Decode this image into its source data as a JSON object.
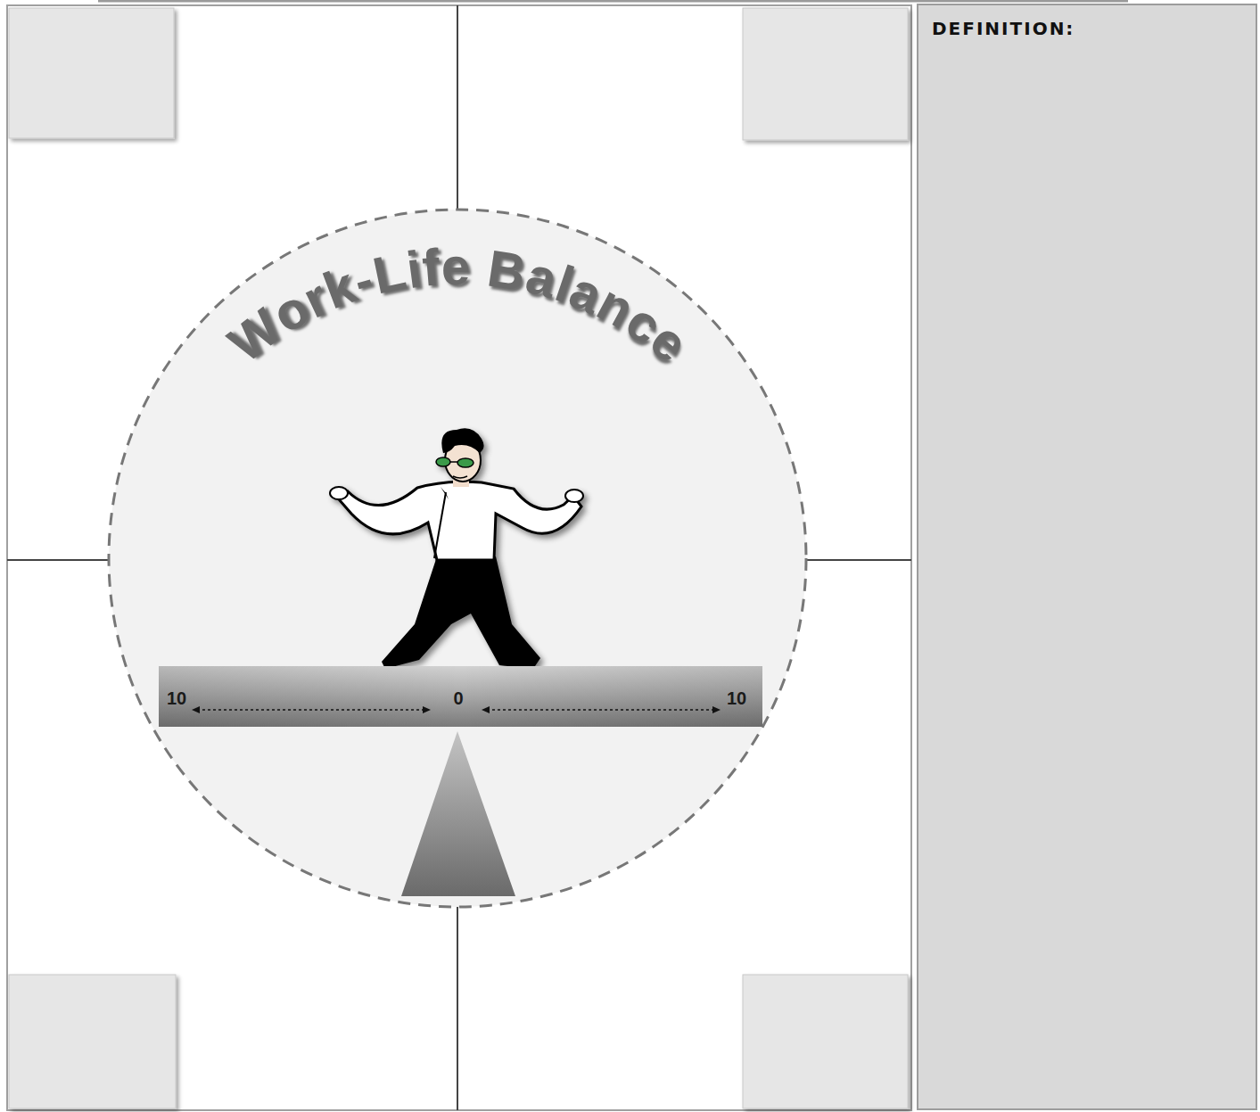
{
  "diagram": {
    "nodes": [
      {
        "text": [
          "Work-Life Balance"
        ]
      },
      {
        "text": [
          "10",
          "0",
          "10"
        ],
        "in": 0
      },
      {
        "text": [
          "DEFINITION:"
        ]
      }
    ]
  }
}
